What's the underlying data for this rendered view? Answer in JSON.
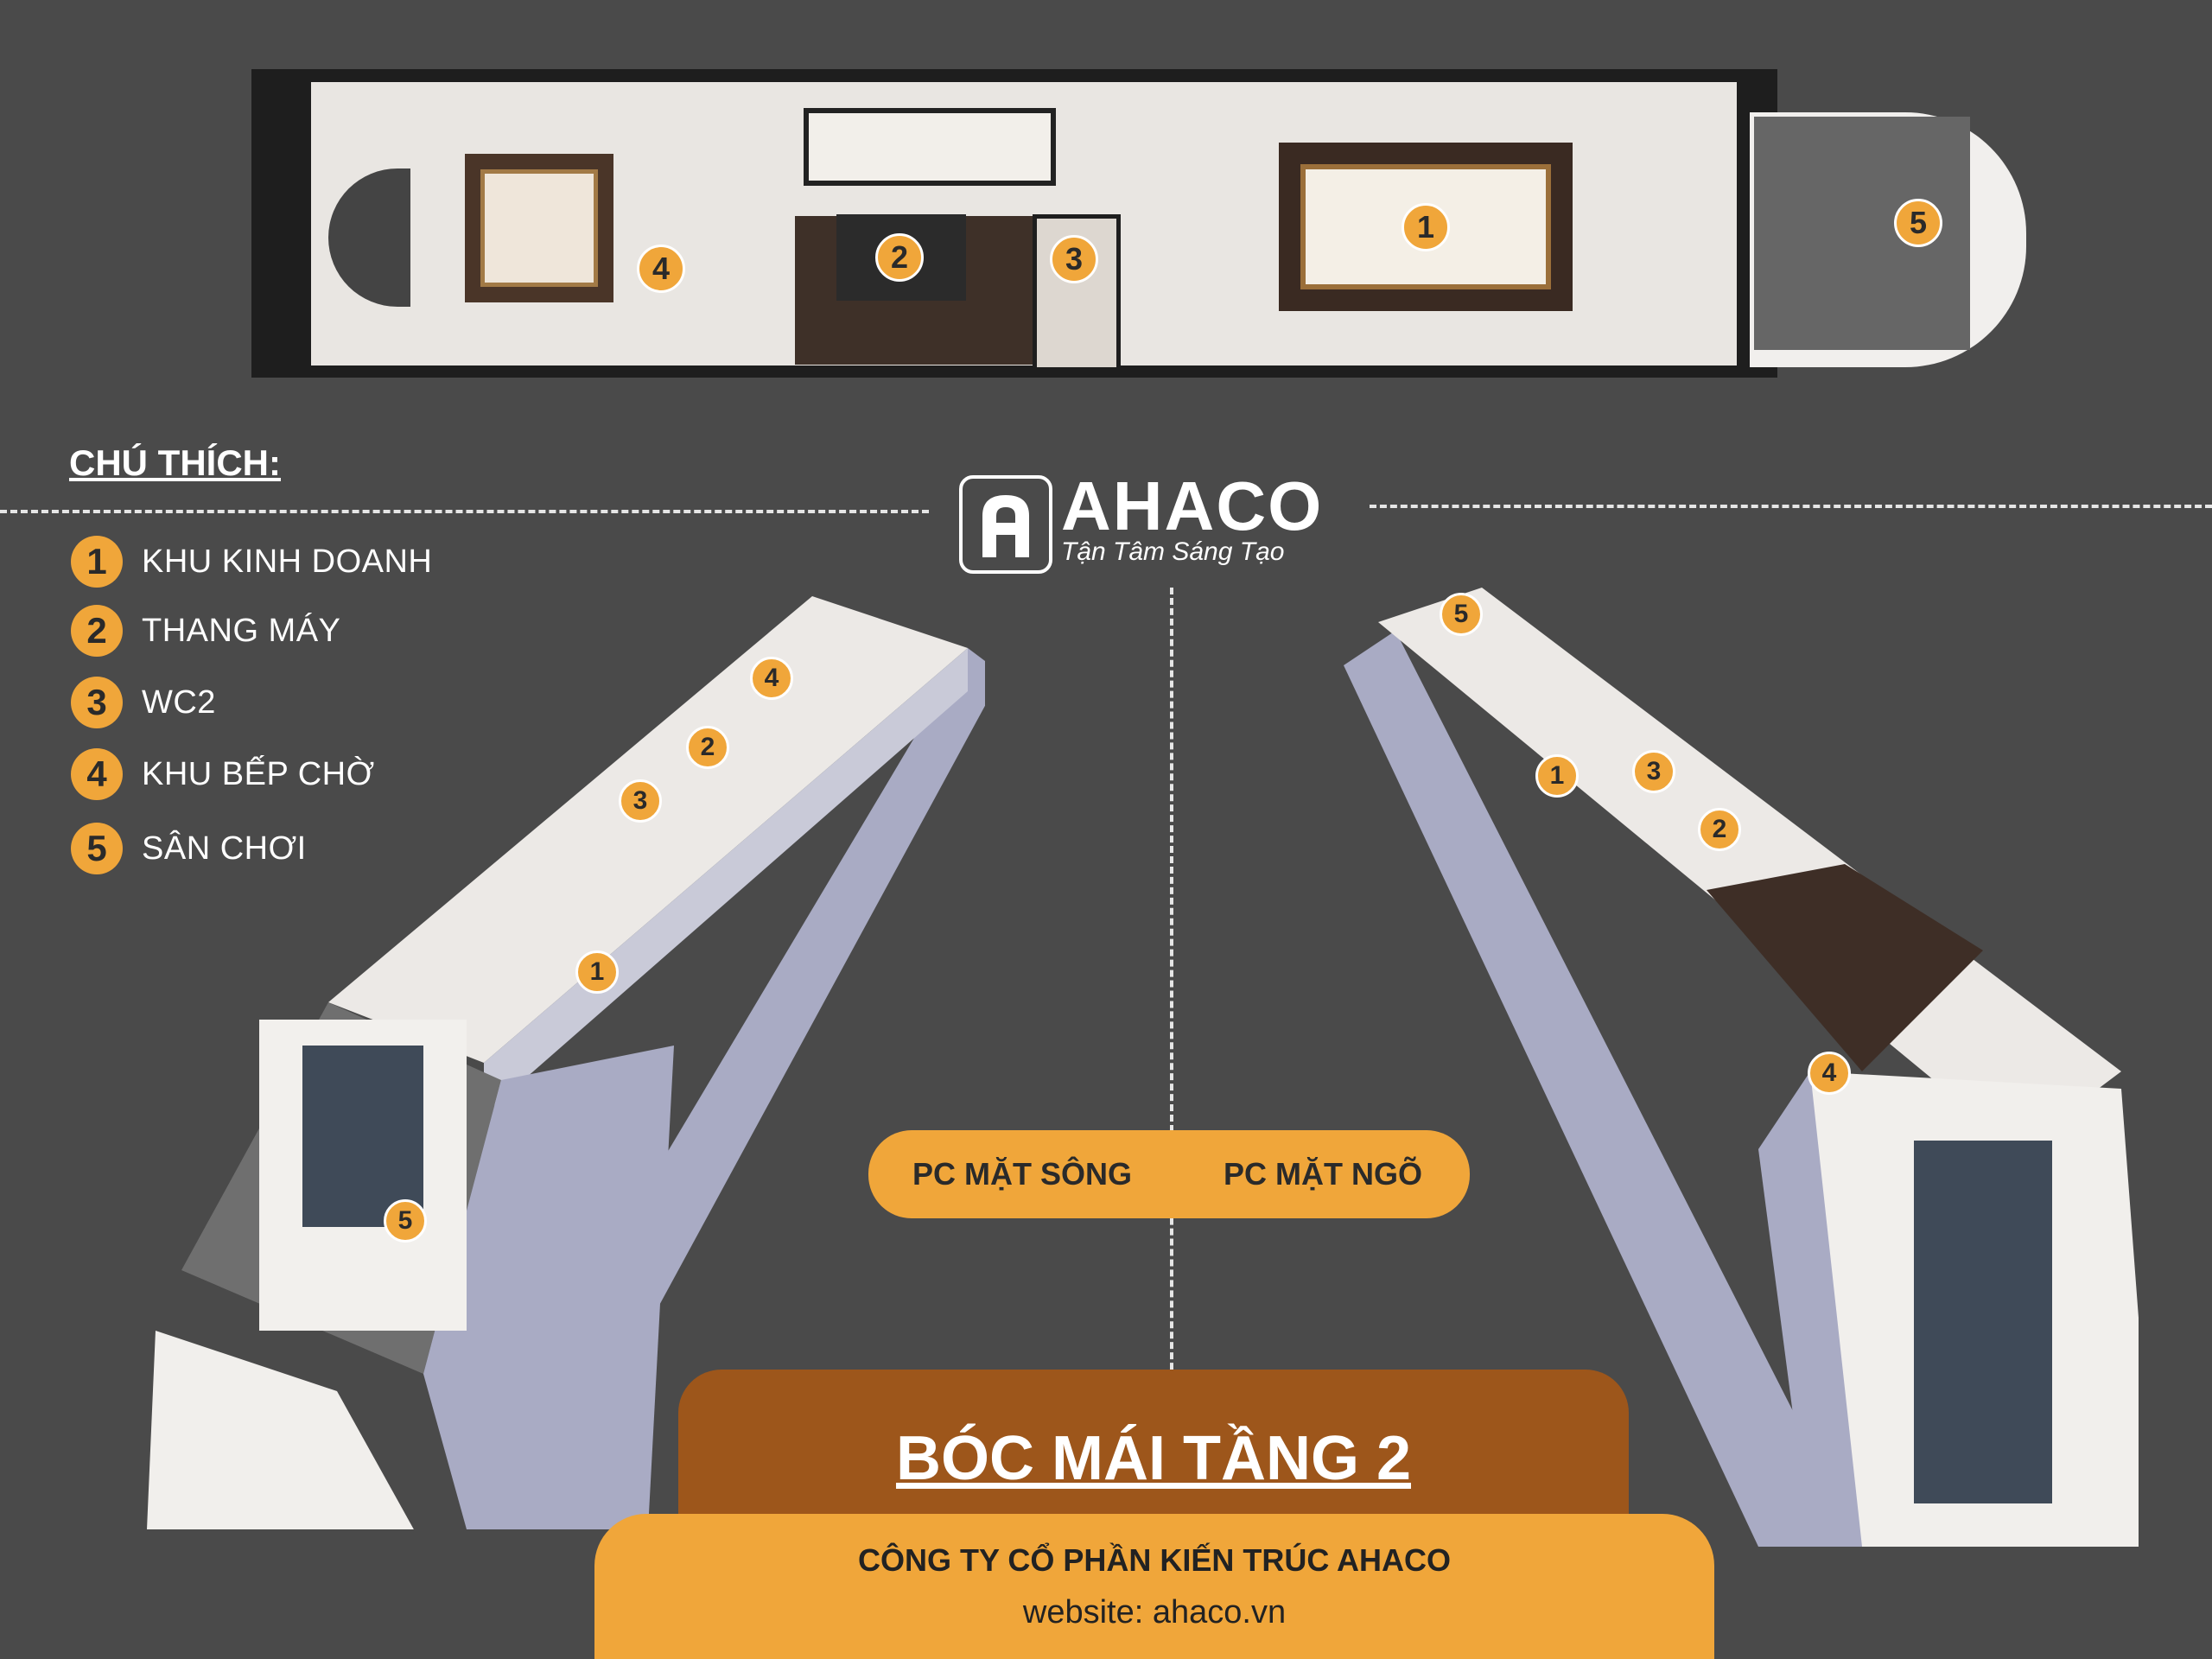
{
  "plan_badges": [
    "1",
    "2",
    "3",
    "4",
    "5"
  ],
  "legend": {
    "title": "CHÚ THÍCH:",
    "items": [
      {
        "num": "1",
        "label": "KHU KINH DOANH"
      },
      {
        "num": "2",
        "label": "THANG MÁY"
      },
      {
        "num": "3",
        "label": "WC2"
      },
      {
        "num": "4",
        "label": "KHU BẾP CHỜ"
      },
      {
        "num": "5",
        "label": "SÂN CHƠI"
      }
    ]
  },
  "logo": {
    "mark": "A",
    "name": "AHACO",
    "tagline": "Tận Tâm Sáng Tạo"
  },
  "left_view_badges": [
    "4",
    "2",
    "3",
    "1",
    "5"
  ],
  "right_view_badges": [
    "5",
    "1",
    "3",
    "2",
    "4"
  ],
  "views": {
    "left": "PC MẶT SÔNG",
    "right": "PC MẶT NGÕ"
  },
  "banner": {
    "title": "BÓC MÁI TẦNG 2",
    "company": "CÔNG TY CỔ PHẦN KIẾN TRÚC AHACO",
    "website": "website: ahaco.vn"
  },
  "colors": {
    "background": "#4a4a4a",
    "accent": "#f0a63a",
    "banner_dark": "#9d561b"
  }
}
